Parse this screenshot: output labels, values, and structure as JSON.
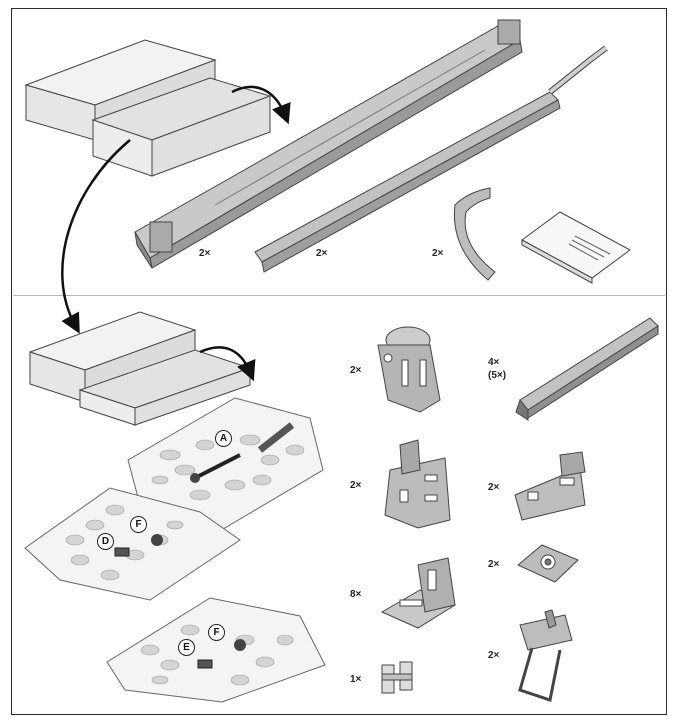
{
  "quantities": {
    "rail_long": "2×",
    "rail_track": "2×",
    "curve": "2×",
    "roller_bracket": "2×",
    "angle_long": "4×",
    "angle_long_alt": "(5×)",
    "hinge_bracket": "2×",
    "flat_bracket": "2×",
    "corner_bracket": "8×",
    "nut_plate": "2×",
    "clip": "1×",
    "hanger": "2×"
  },
  "labels": {
    "bag_a": "A",
    "bag_d": "D",
    "bag_f1": "F",
    "bag_e": "E",
    "bag_f2": "F"
  }
}
